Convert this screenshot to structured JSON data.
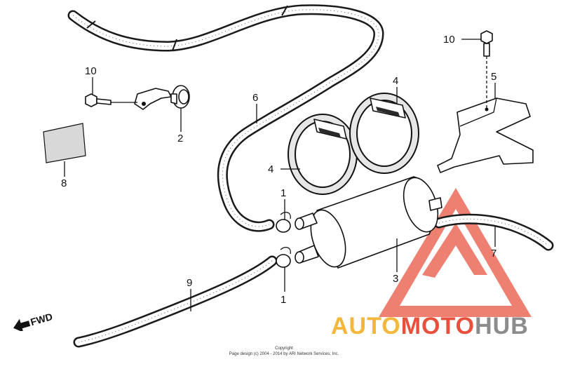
{
  "callouts": {
    "c1_top": "1",
    "c1_bottom": "1",
    "c2": "2",
    "c3": "3",
    "c4_left": "4",
    "c4_top": "4",
    "c5": "5",
    "c6": "6",
    "c7": "7",
    "c8": "8",
    "c9": "9",
    "c10_left": "10",
    "c10_right": "10"
  },
  "direction_label": "FWD",
  "copyright": {
    "line1": "Copyright",
    "line2": "Page design (c) 2004 - 2014 by ARI Network Services, Inc."
  },
  "watermark": {
    "part1": "AUTO",
    "part2": "MOTO",
    "part3": "HUB",
    "colors": {
      "auto": "#f4b73c",
      "moto": "#e8503c",
      "hub": "#8c8c8c",
      "triangle": "#e8503c"
    }
  }
}
